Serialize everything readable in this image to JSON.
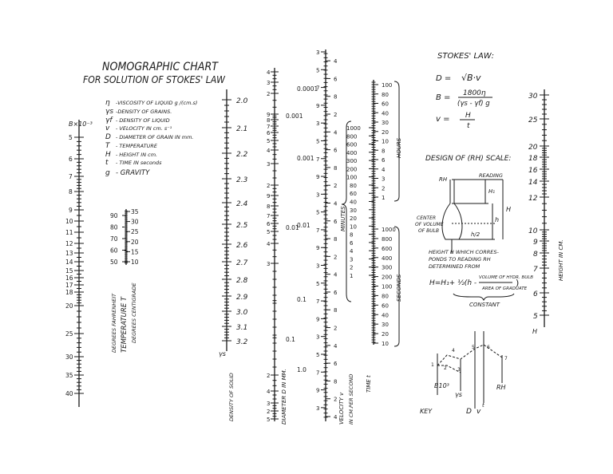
{
  "title": {
    "line1": "NOMOGRAPHIC CHART",
    "line2": "FOR SOLUTION OF STOKES' LAW"
  },
  "legend": [
    {
      "sym": "η",
      "text": "-VISCOSITY OF LIQUID  g /(cm.s)"
    },
    {
      "sym": "γs",
      "text": "-DENSITY OF GRAINS."
    },
    {
      "sym": "γf",
      "text": "- DENSITY OF LIQUID"
    },
    {
      "sym": "v",
      "text": "- VELOCITY IN cm. s⁻¹"
    },
    {
      "sym": "D",
      "text": "- DIAMETER OF GRAIN IN mm."
    },
    {
      "sym": "T",
      "text": "- TEMPERATURE"
    },
    {
      "sym": "H",
      "text": "- HEIGHT IN cm."
    },
    {
      "sym": "t",
      "text": "- TIME IN seconds"
    },
    {
      "sym": "g",
      "text": "- GRAVITY"
    }
  ],
  "scales": {
    "b": {
      "label": "B×10⁻³",
      "ticks": [
        "5",
        "6",
        "7",
        "8",
        "9",
        "10",
        "11",
        "12",
        "13",
        "14",
        "15",
        "16",
        "17",
        "18",
        "20",
        "25",
        "30",
        "35",
        "40"
      ]
    },
    "temperature": {
      "title": "TEMPERATURE  T",
      "f_label": "DEGREES FAHRENHEIT",
      "c_label": "DEGREES CENTIGRADE",
      "f_ticks": [
        "90",
        "80",
        "70",
        "60",
        "50"
      ],
      "c_ticks": [
        "35",
        "30",
        "25",
        "20",
        "15",
        "10"
      ]
    },
    "density": {
      "label": "DENSITY OF SOLID",
      "symbol": "γs",
      "ticks": [
        "2.0",
        "2.1",
        "2.2",
        "2.3",
        "2.4",
        "2.5",
        "2.6",
        "2.7",
        "2.8",
        "2.9",
        "3.0",
        "3.1",
        "3.2"
      ]
    },
    "diameter": {
      "label": "DIAMETER  D  IN MM.",
      "ticks": [
        "4",
        "3",
        "2",
        "9",
        "8",
        "7",
        "6",
        "5",
        "4",
        "3",
        "2",
        "9",
        "8",
        "7",
        "6",
        "5",
        "4",
        "3",
        "2",
        "4",
        "3",
        "2",
        "5"
      ],
      "decade_labels": [
        "0.001",
        "0.01",
        "0.1"
      ]
    },
    "velocity": {
      "label": "VELOCITY  v",
      "sublabel": "IN CM.PER SECOND",
      "ticks": [
        "3",
        "4",
        "5",
        "6",
        "7",
        "8",
        "9",
        "2",
        "3",
        "4",
        "5",
        "6",
        "7",
        "8",
        "9",
        "2",
        "3",
        "4",
        "5",
        "6",
        "7",
        "8",
        "9",
        "2",
        "3",
        "4",
        "5",
        "6",
        "7",
        "8",
        "9",
        "2",
        "3",
        "4",
        "5",
        "6",
        "7",
        "8",
        "9",
        "2",
        "3",
        "4"
      ],
      "decade_labels": [
        "0.0001",
        "0.001",
        "0.01",
        "0.1",
        "1.0"
      ]
    },
    "time": {
      "label": "TIME  t",
      "minutes_label": "MINUTES",
      "hours_label": "HOURS",
      "seconds_label": "SECONDS",
      "hours_ticks": [
        "100",
        "80",
        "60",
        "40",
        "30",
        "20",
        "10",
        "8",
        "6",
        "4",
        "3",
        "2",
        "1"
      ],
      "minutes_ticks": [
        "1000",
        "800",
        "600",
        "400",
        "300",
        "200",
        "100",
        "80",
        "60",
        "40",
        "30",
        "20",
        "10",
        "8",
        "6",
        "4",
        "3",
        "2",
        "1"
      ],
      "seconds_ticks": [
        "1000",
        "800",
        "600",
        "400",
        "300",
        "200",
        "100",
        "80",
        "60",
        "40",
        "30",
        "20",
        "10"
      ]
    },
    "height": {
      "label": "HEIGHT IN CM.",
      "symbol": "H",
      "ticks": [
        "30",
        "25",
        "20",
        "18",
        "16",
        "14",
        "12",
        "10",
        "9",
        "8",
        "7",
        "6",
        "5"
      ]
    }
  },
  "stokes": {
    "heading": "STOKES' LAW:",
    "eq1_lhs": "D =",
    "eq1_rhs": "√B·v",
    "eq2_lhs": "B =",
    "eq2_num": "1800η",
    "eq2_den": "(γs - γf) g",
    "eq3_lhs": "v =",
    "eq3_num": "H",
    "eq3_den": "t"
  },
  "design": {
    "heading": "DESIGN OF (RH) SCALE:",
    "reading": "READING",
    "rh": "RH",
    "h1": "H₁",
    "big_h": "H",
    "small_h": "h",
    "h_half": "h/2",
    "center_label": "CENTER OF VOLUME OF BULB",
    "text1": "HEIGHT  H  WHICH CORRES-",
    "text2": "PONDS TO READING  RH",
    "text3": "DETERMINED FROM",
    "formula_lhs": "H=H₁+ ½(h -",
    "vol_label": "VOLUME OF HYDR. BULB",
    "area_label": "AREA OF GRADUATE",
    "formula_close": ")",
    "constant": "CONSTANT"
  },
  "key": {
    "label": "KEY",
    "b_label": "B10³",
    "gamma_label": "γs",
    "rh_label": "RH",
    "d_label": "D",
    "v_label": "v",
    "t_label": "t",
    "numbers": [
      "1",
      "2",
      "3",
      "4",
      "5",
      "6",
      "7"
    ]
  }
}
